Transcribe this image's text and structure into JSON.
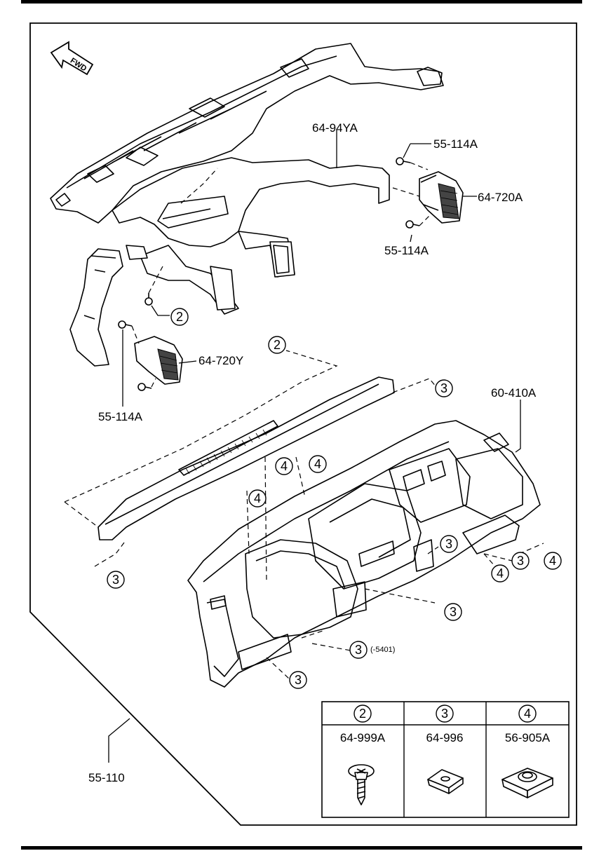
{
  "orientation_mark": "FWD",
  "part_labels": {
    "duct_main": "64-94YA",
    "screw_upper": "55-114A",
    "screw_upper_lower": "55-114A",
    "vent_right": "64-720A",
    "vent_left": "64-720Y",
    "screw_left": "55-114A",
    "dashboard": "60-410A",
    "assembly": "55-110",
    "note_5401": "(-5401)"
  },
  "callouts": {
    "c2": "2",
    "c3": "3",
    "c4": "4"
  },
  "legend": {
    "headers": [
      "2",
      "3",
      "4"
    ],
    "parts": [
      "64-999A",
      "64-996",
      "56-905A"
    ]
  }
}
